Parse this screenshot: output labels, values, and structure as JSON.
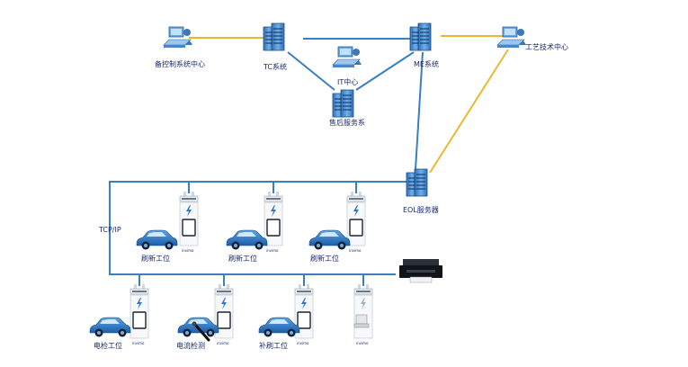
{
  "labels": {
    "backup_control_center": "备控制系统中心",
    "tc_system": "TC系统",
    "mes_system": "ME系统",
    "process_tech_center": "工艺技术中心",
    "it_center": "IT中心",
    "after_sales_service": "售后服务系",
    "eol_server": "EOL服务器",
    "tcp_ip": "TCP/IP",
    "flash_station": "刷新工位",
    "electrical_check_station": "电检工位",
    "current_check": "电流检测",
    "supplementary_flash_station": "补刷工位",
    "device_caption": "invimo"
  },
  "colors": {
    "backbone_line": "#3a7fc1",
    "wan_line": "#e8b830",
    "server": "#4a90d9",
    "car": "#2e77c8"
  }
}
